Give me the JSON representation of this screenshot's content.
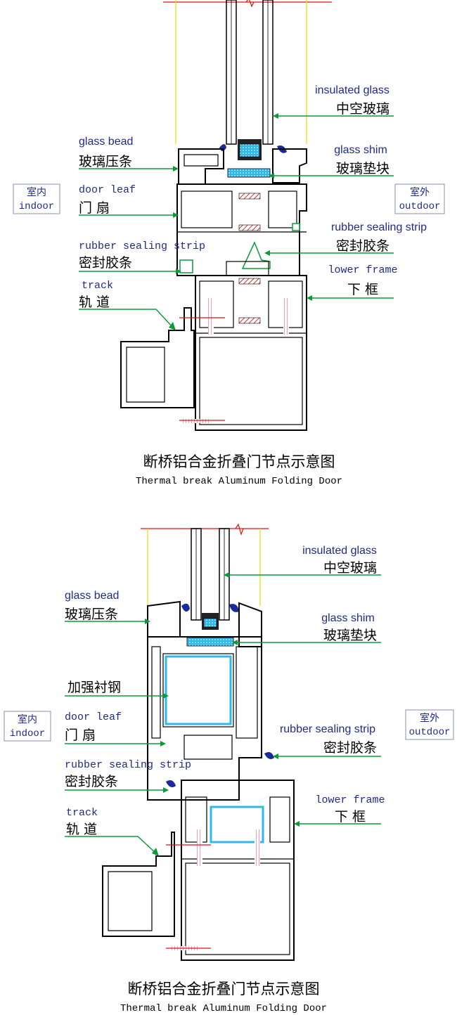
{
  "side_labels": {
    "indoor_cn": "室内",
    "indoor_en": "indoor",
    "outdoor_cn": "室外",
    "outdoor_en": "outdoor"
  },
  "diagram1": {
    "insulated_glass_en": "insulated  glass",
    "insulated_glass_cn": "中空玻璃",
    "glass_bead_en": "glass bead",
    "glass_bead_cn": "玻璃压条",
    "glass_shim_en": "glass shim",
    "glass_shim_cn": "玻璃垫块",
    "door_leaf_en": "door leaf",
    "door_leaf_cn": "门    扇",
    "rubber_outer_en": "rubber sealing strip",
    "rubber_outer_cn": "密封胶条",
    "rubber_inner_en": "rubber sealing strip",
    "rubber_inner_cn": "密封胶条",
    "lower_frame_en": "lower frame",
    "lower_frame_cn": "下    框",
    "track_en": "track",
    "track_cn": "轨    道",
    "caption_cn": "断桥铝合金折叠门节点示意图",
    "caption_en": "Thermal break Aluminum Folding Door"
  },
  "diagram2": {
    "insulated_glass_en": "insulated  glass",
    "insulated_glass_cn": "中空玻璃",
    "glass_bead_en": "glass bead",
    "glass_bead_cn": "玻璃压条",
    "glass_shim_en": "glass shim",
    "glass_shim_cn": "玻璃垫块",
    "steel_cn": "加强衬钢",
    "door_leaf_en": "door leaf",
    "door_leaf_cn": "门    扇",
    "rubber_outer_en": "rubber sealing strip",
    "rubber_outer_cn": "密封胶条",
    "rubber_inner_en": "rubber sealing strip",
    "rubber_inner_cn": "密封胶条",
    "lower_frame_en": "lower frame",
    "lower_frame_cn": "下    框",
    "track_en": "track",
    "track_cn": "轨    道",
    "caption_cn": "断桥铝合金折叠门节点示意图",
    "caption_en": "Thermal break Aluminum Folding Door"
  },
  "colors": {
    "leader": "#0a9a3a",
    "label_en": "#1f2a8c",
    "dimension": "#e01010",
    "guide": "#e8e000",
    "shim": "#2fb8e8",
    "seal": "#1a2a9a",
    "thermal_strip": "#d83030"
  }
}
